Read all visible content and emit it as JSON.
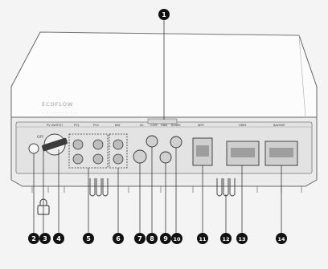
{
  "device": {
    "brand_text": "ECOFLOW",
    "switch_off_label": "OFF",
    "panel_labels": [
      "PV SWITCH",
      "PV1",
      "PV2",
      "BAT",
      "AC",
      "COM",
      "GND",
      "RS485",
      "WIFI",
      "GRID",
      "BACKUP"
    ]
  },
  "callouts": [
    {
      "id": 1,
      "label": "1"
    },
    {
      "id": 2,
      "label": "2"
    },
    {
      "id": 3,
      "label": "3"
    },
    {
      "id": 4,
      "label": "4"
    },
    {
      "id": 5,
      "label": "5"
    },
    {
      "id": 6,
      "label": "6"
    },
    {
      "id": 7,
      "label": "7"
    },
    {
      "id": 8,
      "label": "8"
    },
    {
      "id": 9,
      "label": "9"
    },
    {
      "id": 10,
      "label": "10"
    },
    {
      "id": 11,
      "label": "11"
    },
    {
      "id": 12,
      "label": "12"
    },
    {
      "id": 13,
      "label": "13"
    },
    {
      "id": 14,
      "label": "14"
    }
  ],
  "colors": {
    "background": "#f4f4f4",
    "body_top": "#fcfcfc",
    "body_front": "#ececec",
    "panel": "#e3e3e3",
    "callout": "#111111",
    "stroke": "#555555"
  }
}
